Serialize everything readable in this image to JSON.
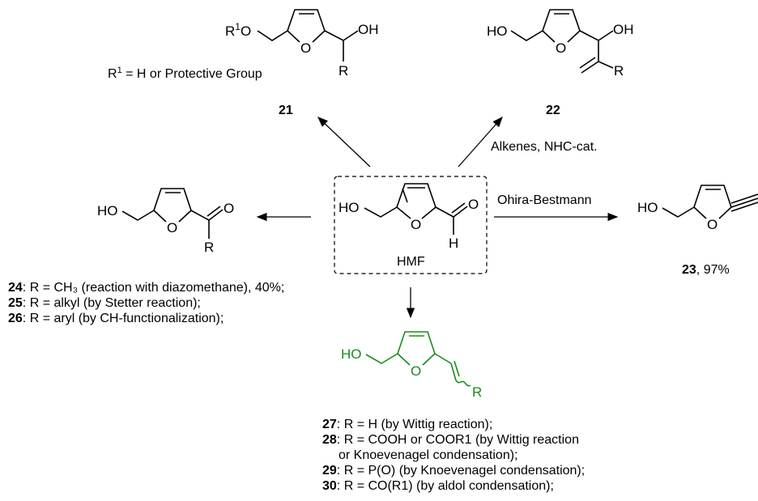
{
  "hmf": {
    "label": "HMF",
    "atoms": {
      "ho": "HO",
      "o": "O",
      "h": "H"
    }
  },
  "c21": {
    "id": "21",
    "r1o": "R¹O",
    "oh": "OH",
    "r": "R",
    "o": "O",
    "note": "R¹ = H or Protective Group"
  },
  "c22": {
    "id": "22",
    "ho": "HO",
    "oh": "OH",
    "r": "R",
    "o": "O"
  },
  "c23": {
    "id": "23",
    "yield": ", 97%",
    "ho": "HO",
    "o": "O"
  },
  "c24": {
    "ho": "HO",
    "o_ring": "O",
    "o_keto": "O",
    "r": "R"
  },
  "c27": {
    "ho": "HO",
    "o": "O",
    "r": "R"
  },
  "arrows": {
    "alkenes": "Alkenes, NHC-cat.",
    "ohira": "Ohira-Bestmann"
  },
  "left_notes": [
    {
      "num": "24",
      "text": ": R = CH₃ (reaction with diazomethane), 40%;"
    },
    {
      "num": "25",
      "text": ": R = alkyl (by Stetter reaction);"
    },
    {
      "num": "26",
      "text": ": R = aryl (by CH-functionalization);"
    }
  ],
  "bottom_notes": [
    {
      "num": "27",
      "text": ": R = H (by Wittig reaction);"
    },
    {
      "num": "28",
      "text": ": R = COOH or COOR1 (by Wittig reaction"
    },
    {
      "num": "",
      "text": "or Knoevenagel condensation);"
    },
    {
      "num": "29",
      "text": ": R = P(O) (by Knoevenagel condensation);"
    },
    {
      "num": "30",
      "text": ": R = CO(R1) (by aldol condensation);"
    }
  ]
}
